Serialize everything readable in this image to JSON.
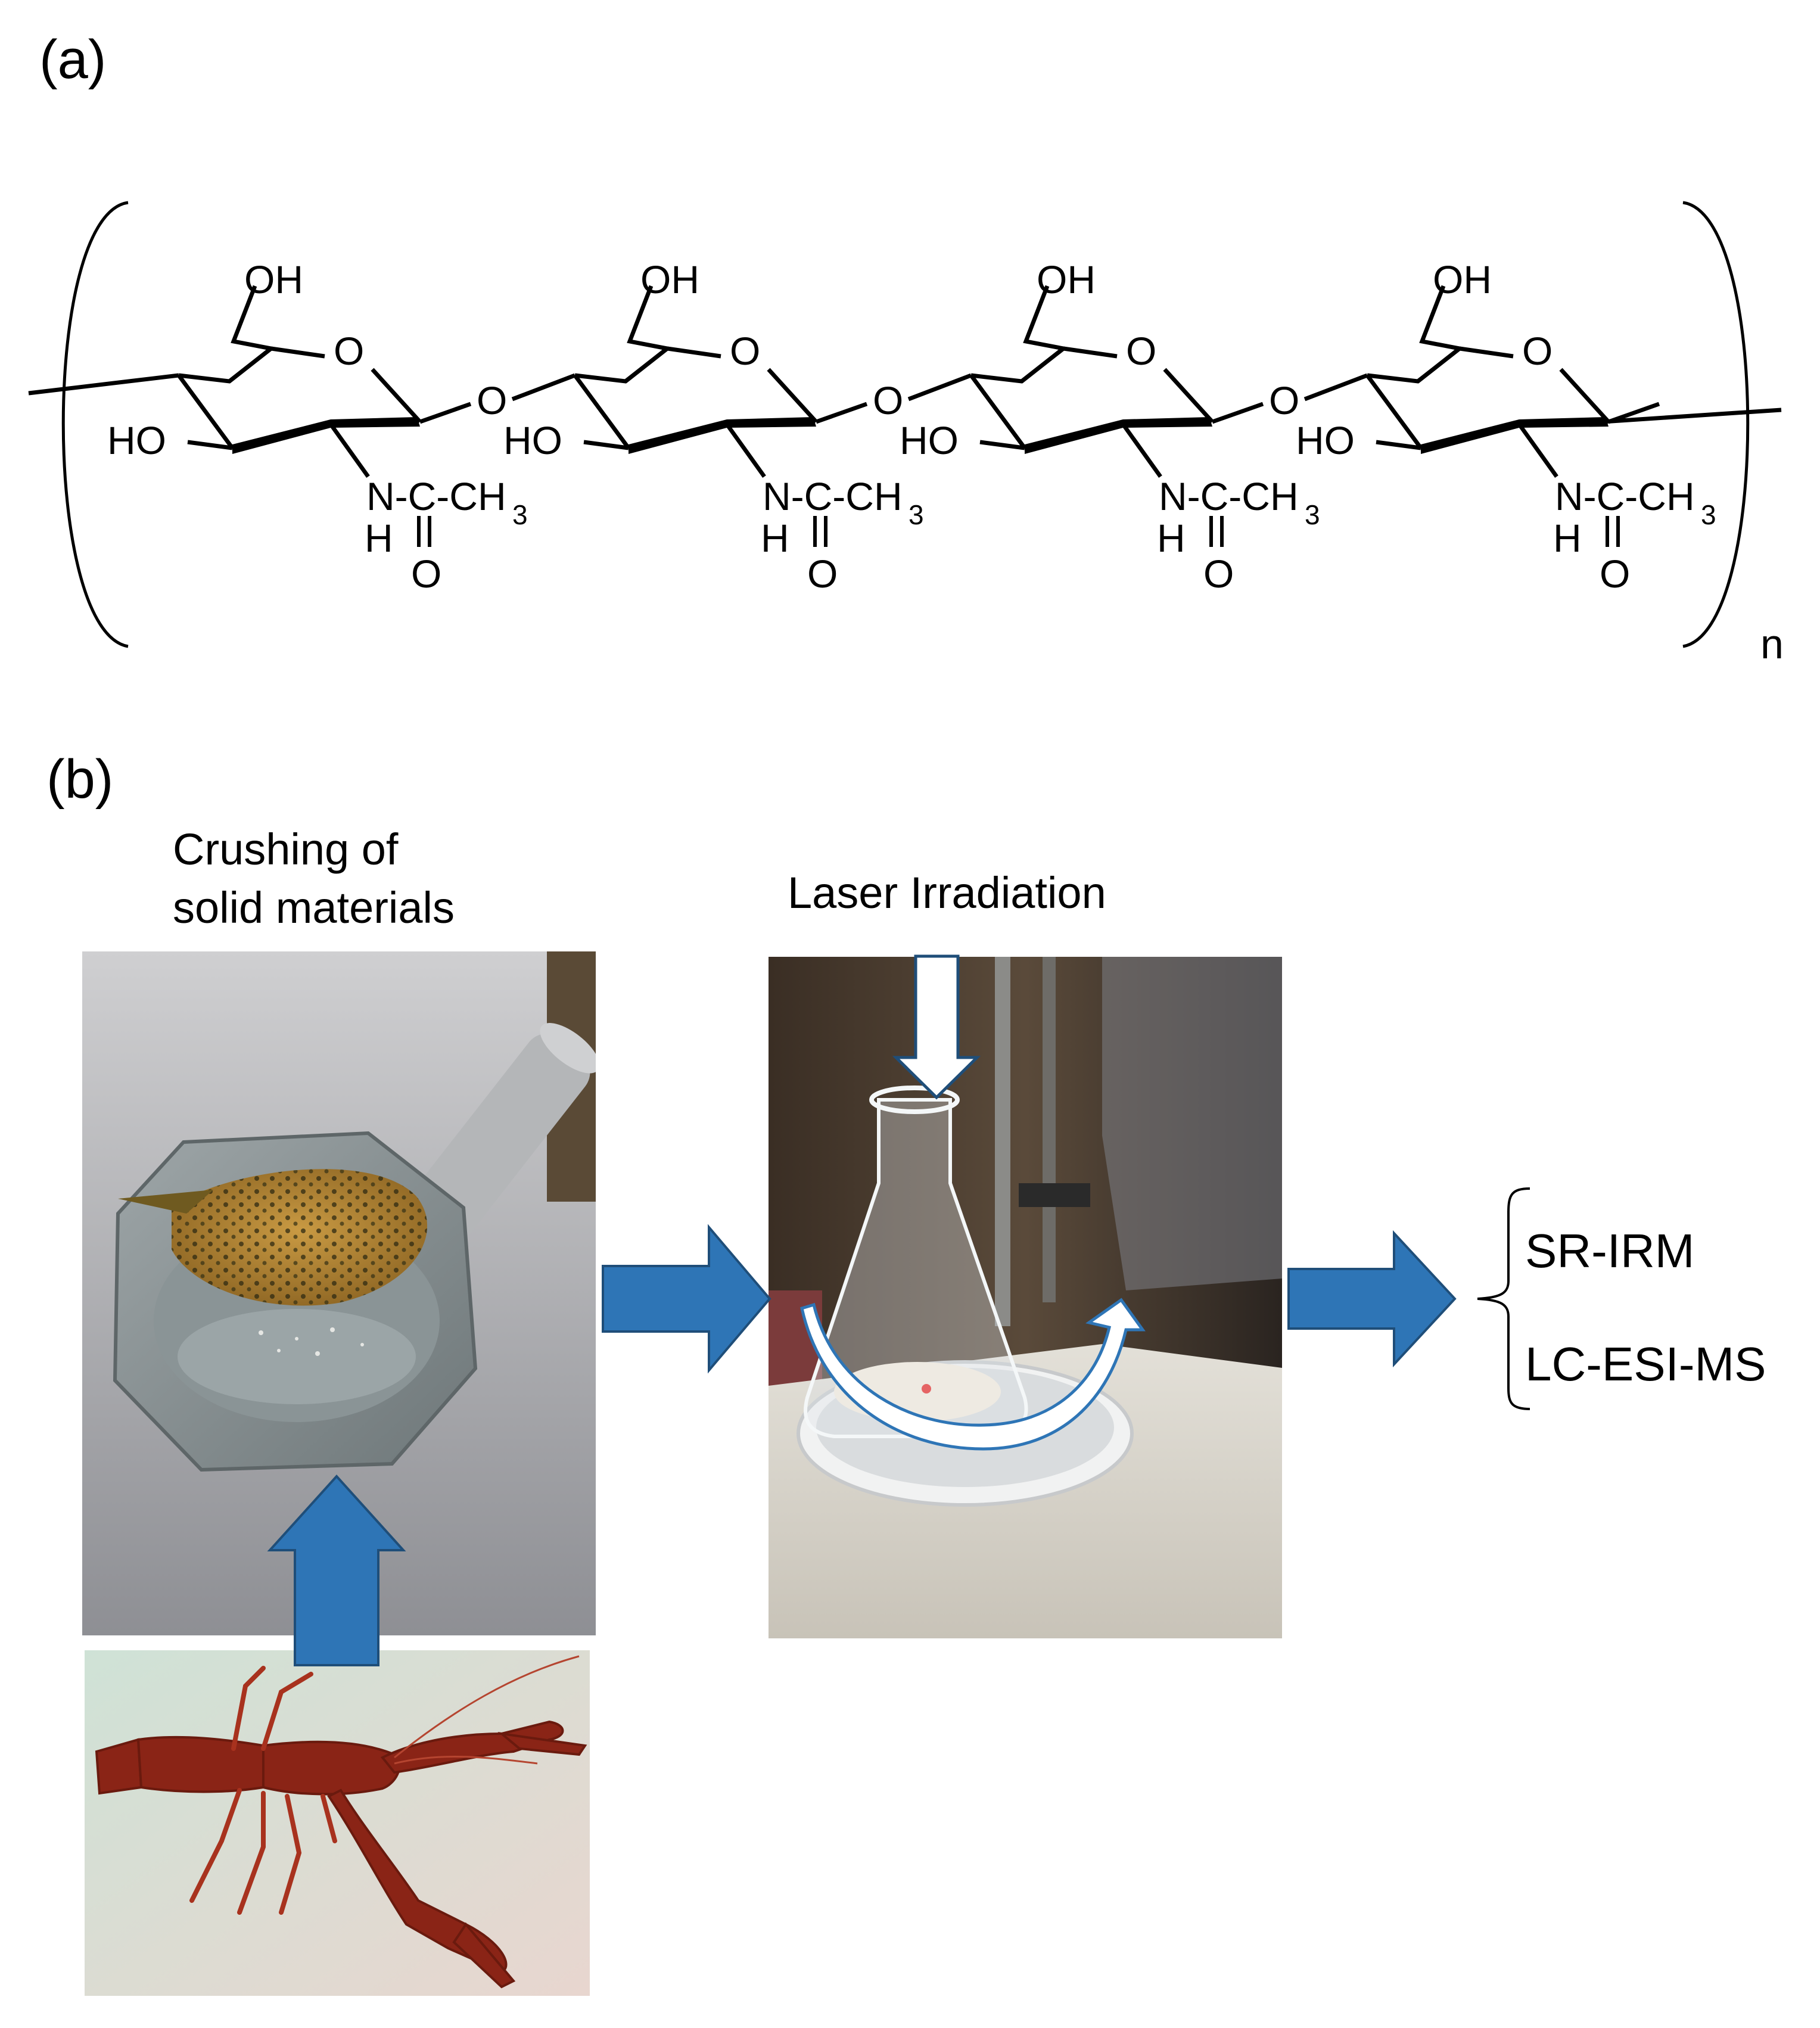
{
  "panel_a": {
    "label": "(a)",
    "repeat_subscript": "n",
    "substituents": {
      "hydroxymethyl": "OH",
      "ring_oxygen": "O",
      "glycosidic_oxygen": "O",
      "hydroxyl": "HO",
      "amide_chain": "N-C-CH",
      "methyl_subscript": "3",
      "amide_h": "H",
      "carbonyl_o": "O"
    }
  },
  "panel_b": {
    "label": "(b)",
    "step1_caption_line1": "Crushing of",
    "step1_caption_line2": "solid materials",
    "step2_caption": "Laser Irradiation",
    "outputs": [
      "SR-IRM",
      "LC-ESI-MS"
    ],
    "photos": {
      "mortar": "mortar-and-pestle-photo",
      "crayfish": "crayfish-photo",
      "flask": "flask-on-stirrer-photo"
    }
  },
  "colors": {
    "arrow_fill": "#2e75b6",
    "arrow_stroke": "#1f4e79",
    "curved_arrow_fill": "#ffffff"
  }
}
